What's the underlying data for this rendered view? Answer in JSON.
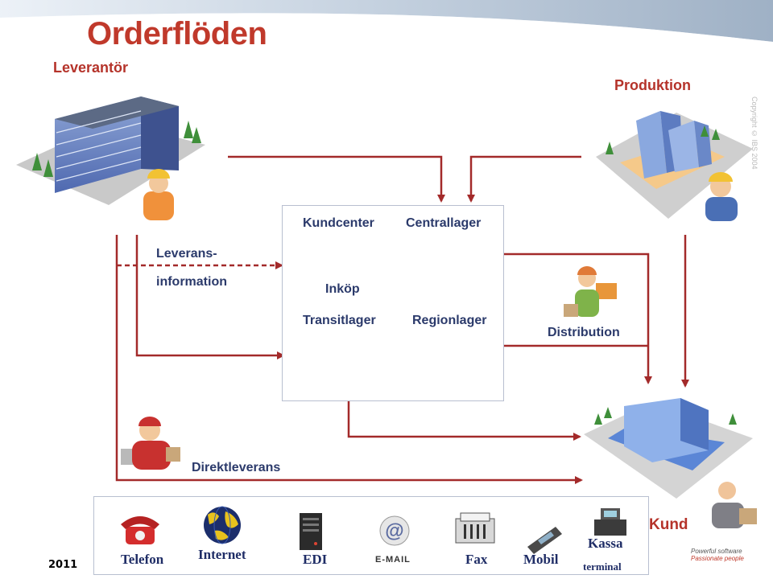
{
  "title": "Orderflöden",
  "sections": {
    "supplier": "Leverantör",
    "production": "Produktion",
    "customer": "Kund"
  },
  "labels": {
    "delivery_info_1": "Leverans-",
    "delivery_info_2": "information",
    "distribution": "Distribution",
    "direct_delivery": "Direktleverans"
  },
  "warehouses": {
    "kundcenter": "Kundcenter",
    "inkop": "Inköp",
    "centrallager": "Centrallager",
    "transitlager": "Transitlager",
    "regionlager": "Regionlager"
  },
  "channels": {
    "telefon": "Telefon",
    "internet": "Internet",
    "edi": "EDI",
    "email": "E-MAIL",
    "fax": "Fax",
    "mobil": "Mobil",
    "kassa_1": "Kassa",
    "kassa_2": "terminal"
  },
  "footer": {
    "year": "2011",
    "copyright": "Copyright © IBS 2004",
    "tagline_1": "Powerful software",
    "tagline_2": "Passionate people"
  },
  "colors": {
    "arrow": "#a32a2a",
    "title": "#c0392b",
    "label": "#2b3a6b"
  }
}
